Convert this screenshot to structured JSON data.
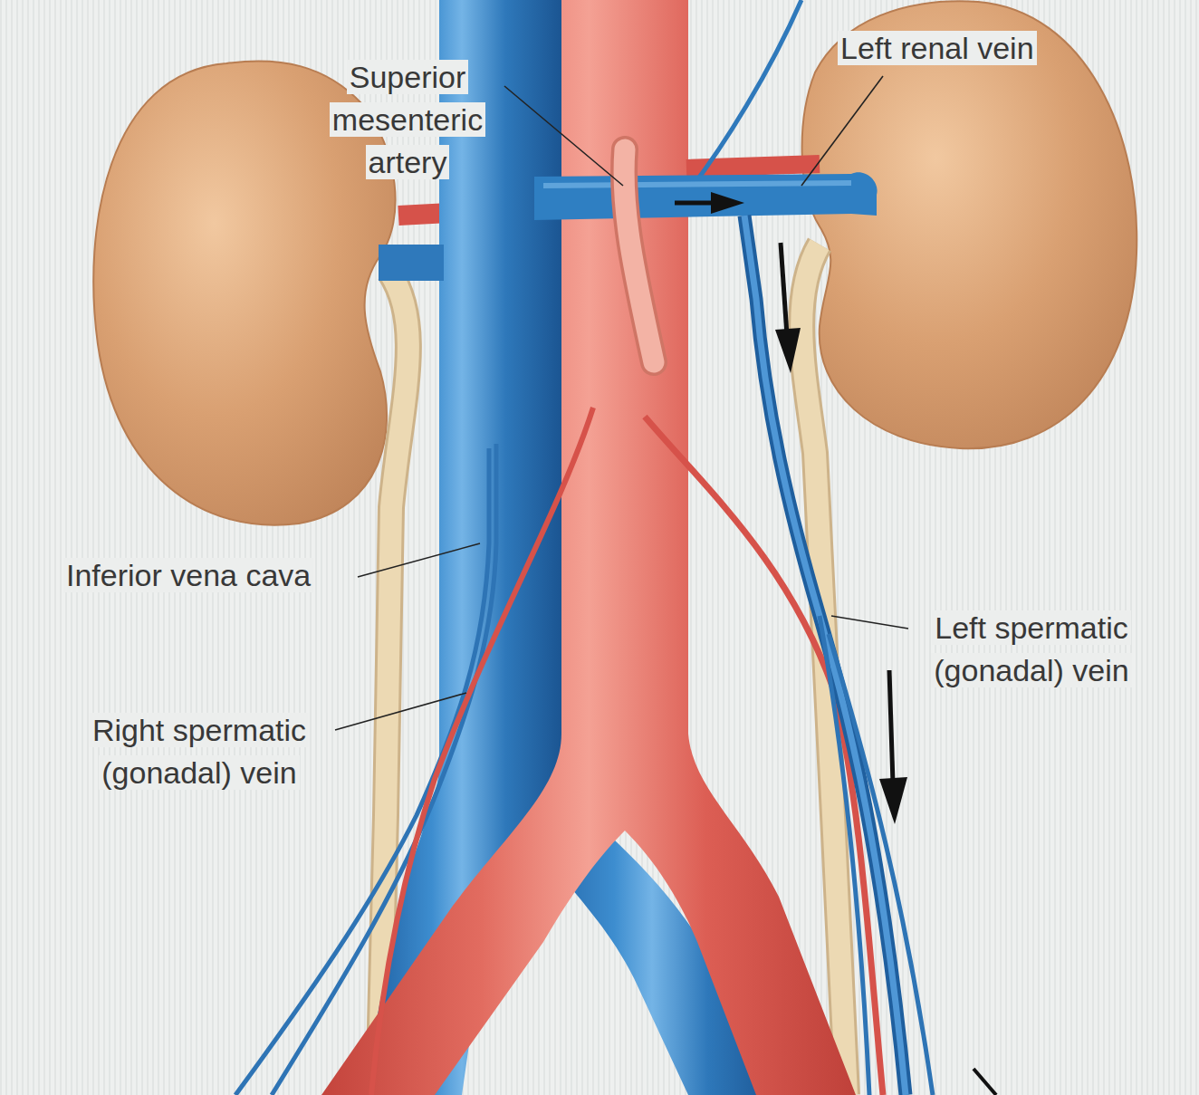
{
  "diagram": {
    "labels": [
      "Superior mesenteric artery",
      "Left renal vein",
      "Inferior vena cava",
      "Right spermatic (gonadal) vein",
      "Left spermatic (gonadal) vein"
    ]
  }
}
